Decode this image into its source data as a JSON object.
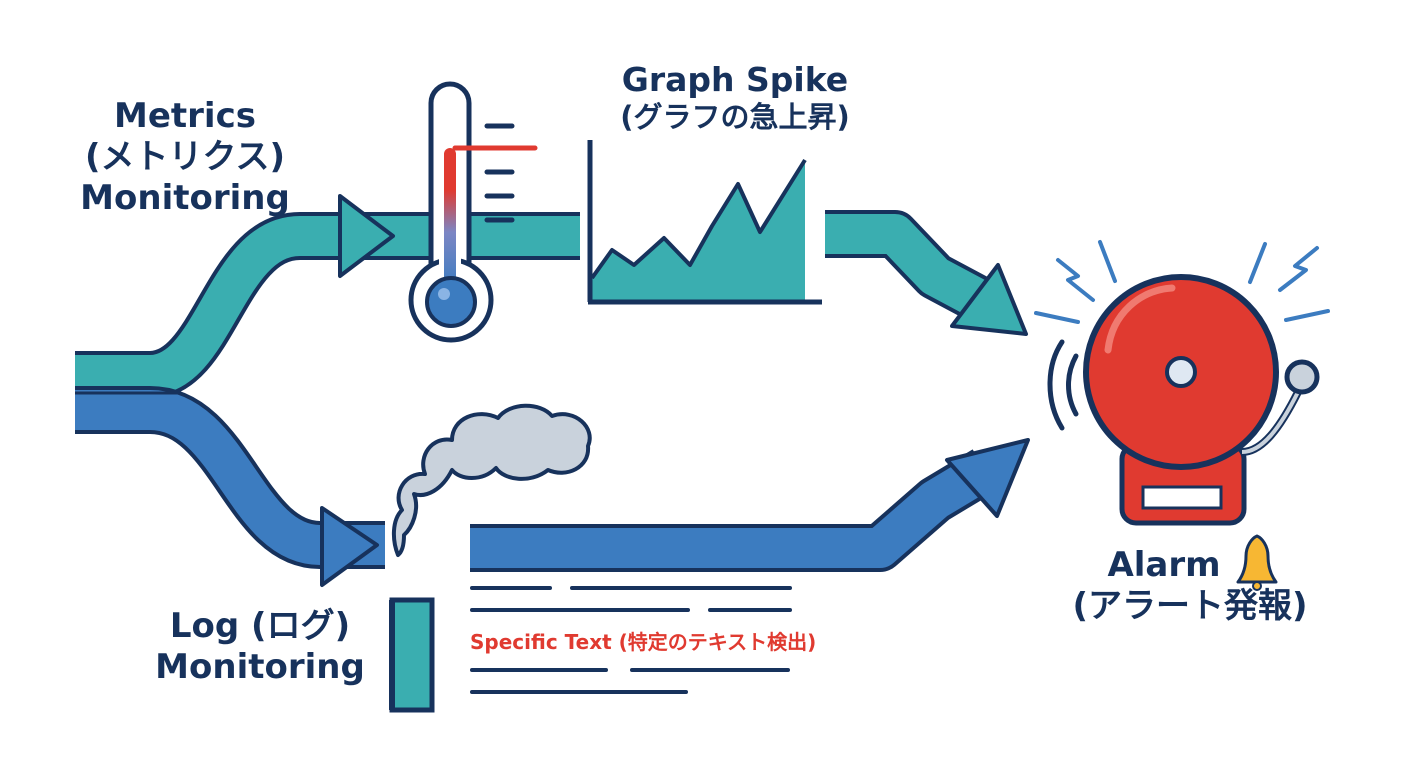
{
  "metrics": {
    "line1": "Metrics",
    "line2": "(メトリクス)",
    "line3": "Monitoring"
  },
  "graph": {
    "title": "Graph Spike",
    "subtitle": "(グラフの急上昇)"
  },
  "log": {
    "line1": "Log (ログ)",
    "line2": "Monitoring"
  },
  "log_detect": {
    "text": "Specific Text (特定のテキスト検出)"
  },
  "alarm": {
    "title": "Alarm",
    "subtitle": "(アラート発報)"
  },
  "icons": [
    "thermometer-icon",
    "spike-graph-icon",
    "smoke-icon",
    "alarm-bell-icon",
    "small-bell-icon"
  ],
  "colors": {
    "teal": "#3aaeb0",
    "blue": "#3c7cc0",
    "navy": "#17325c",
    "red": "#e03a30",
    "smoke": "#c9d2dc"
  }
}
